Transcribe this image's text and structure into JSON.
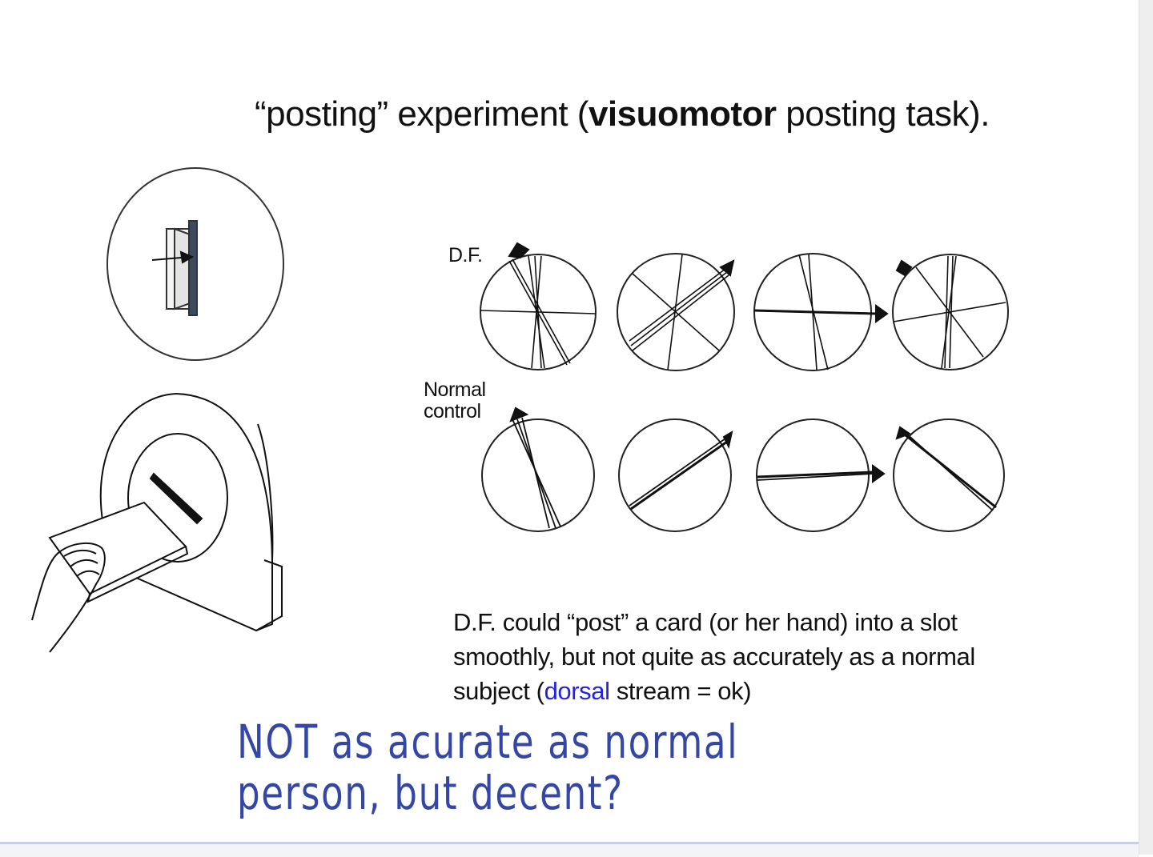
{
  "slide": {
    "title_pre": "“posting” experiment (",
    "title_bold": "visuomotor",
    "title_post": " posting task).",
    "row_labels": {
      "df": "D.F.",
      "normal_line1": "Normal",
      "normal_line2": "control"
    },
    "caption": {
      "line1": "D.F. could “post” a card (or her hand) into a slot",
      "line2": "smoothly, but not quite as accurately as a normal",
      "line3_pre": "subject (",
      "line3_blue": "dorsal",
      "line3_post": " stream = ok)"
    },
    "handwritten_note": {
      "line1": "NOT as acurate as normal",
      "line2": "person, but decent?"
    },
    "colors": {
      "text": "#111111",
      "dorsal_blue": "#2222e6",
      "ink_blue": "#3447a6"
    }
  },
  "figure": {
    "slot_orientations_deg": [
      -60,
      30,
      0,
      -40
    ],
    "df_trials_note": "D.F. orientation lines widely scattered",
    "normal_trials_note": "Normal control lines tightly clustered around slot orientation"
  }
}
